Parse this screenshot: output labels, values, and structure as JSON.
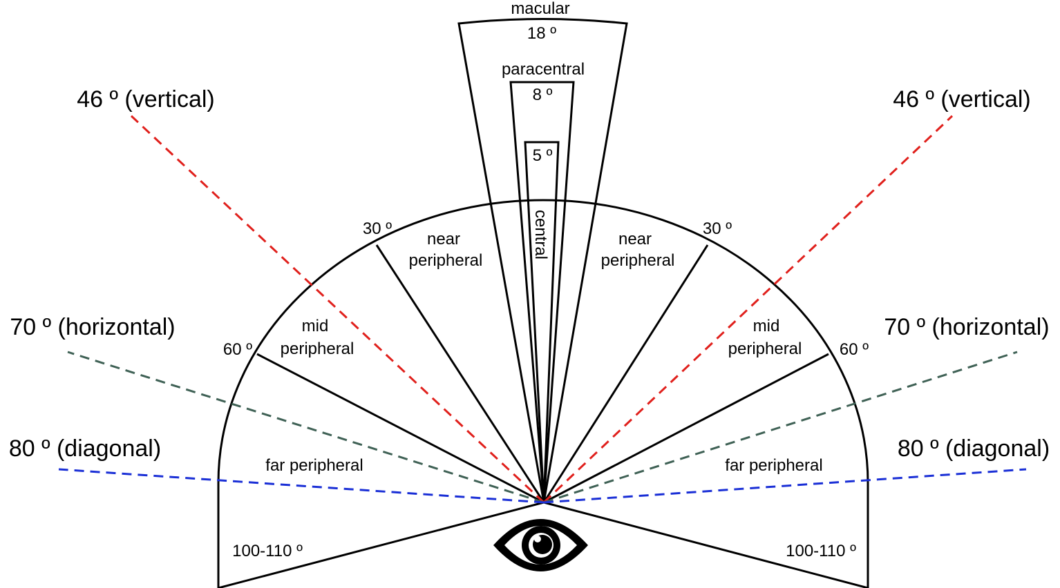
{
  "labels": {
    "macular": "macular",
    "macular_deg": "18 º",
    "paracentral": "paracentral",
    "paracentral_deg": "8 º",
    "central_deg": "5 º",
    "central": "central",
    "near": "near",
    "peripheral": "peripheral",
    "mid": "mid",
    "far_peripheral": "far peripheral",
    "deg_30": "30 º",
    "deg_60": "60 º",
    "deg_100_110": "100-110 º",
    "vertical": "46 º (vertical)",
    "horizontal": "70 º (horizontal)",
    "diagonal": "80 º (diagonal)"
  },
  "colors": {
    "outline": "#000000",
    "vertical_line": "#e0201c",
    "horizontal_line": "#3f6155",
    "diagonal_line": "#1a2fd6"
  },
  "icons": {
    "eye": "eye-icon"
  }
}
